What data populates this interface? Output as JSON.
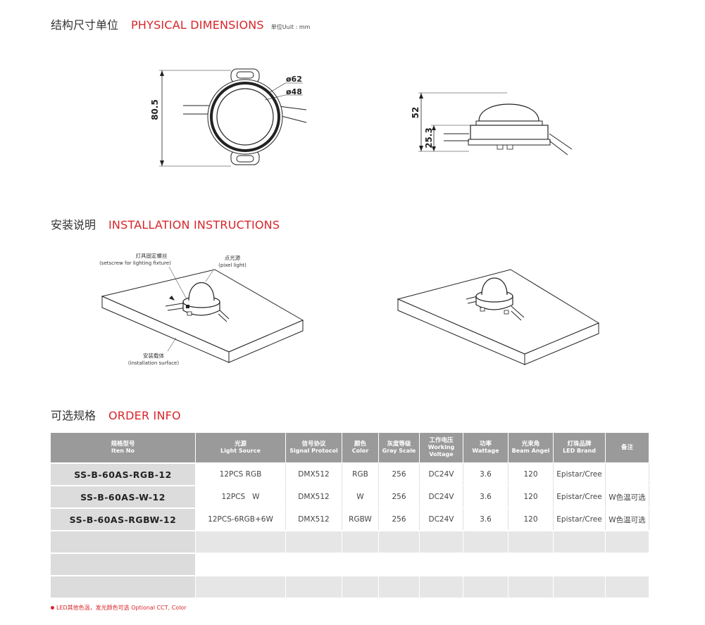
{
  "dimensions": {
    "title_cn": "结构尺寸单位",
    "title_en": "PHYSICAL DIMENSIONS",
    "unit": "单位Uuit : mm",
    "dim_height": "80.5",
    "dim_outer": "ø62",
    "dim_inner": "ø48",
    "dim_total_h": "52",
    "dim_base_h": "25.3"
  },
  "installation": {
    "title_cn": "安装说明",
    "title_en": "INSTALLATION INSTRUCTIONS",
    "label_screw_cn": "灯具固定螺丝",
    "label_screw_en": "(setscrew for lighting fixture)",
    "label_pixel_cn": "点光源",
    "label_pixel_en": "(pixel light)",
    "label_surface_cn": "安装载体",
    "label_surface_en": "(installation surface)"
  },
  "order": {
    "title_cn": "可选规格",
    "title_en": "ORDER INFO",
    "headers": [
      {
        "cn": "规格型号",
        "en": "Iten No"
      },
      {
        "cn": "光源",
        "en": "Light Source"
      },
      {
        "cn": "信号协议",
        "en": "Signal Protocol"
      },
      {
        "cn": "颜色",
        "en": "Color"
      },
      {
        "cn": "灰度等级",
        "en": "Gray Scale"
      },
      {
        "cn": "工作电压",
        "en": "Working Voltage"
      },
      {
        "cn": "功率",
        "en": "Wattage"
      },
      {
        "cn": "光束角",
        "en": "Beam Angel"
      },
      {
        "cn": "灯珠品牌",
        "en": "LED Brand"
      },
      {
        "cn": "备注",
        "en": ""
      }
    ],
    "rows": [
      [
        "SS-B-60AS-RGB-12",
        "12PCS RGB",
        "DMX512",
        "RGB",
        "256",
        "DC24V",
        "3.6",
        "120",
        "Epistar/Cree",
        ""
      ],
      [
        "SS-B-60AS-W-12",
        "12PCS   W",
        "DMX512",
        "W",
        "256",
        "DC24V",
        "3.6",
        "120",
        "Epistar/Cree",
        "W色温可选"
      ],
      [
        "SS-B-60AS-RGBW-12",
        "12PCS-6RGB+6W",
        "DMX512",
        "RGBW",
        "256",
        "DC24V",
        "3.6",
        "120",
        "Epistar/Cree",
        "W色温可选"
      ]
    ],
    "note": "LED其他色温，发光颜色可选  Optional CCT, Color"
  }
}
